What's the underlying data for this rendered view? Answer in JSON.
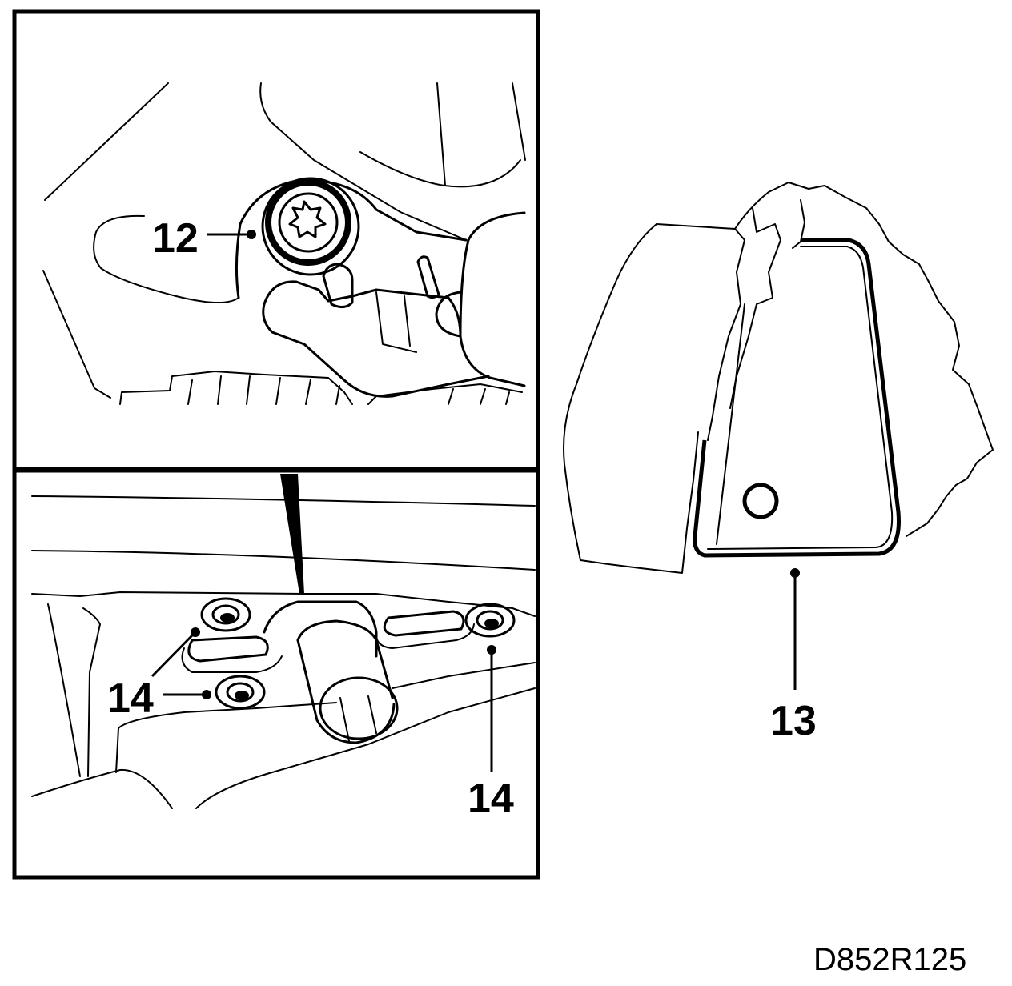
{
  "callouts": {
    "screw_detail": "12",
    "cover": "13",
    "nut_left": "14",
    "nut_right": "14"
  },
  "figure_reference": "D852R125"
}
